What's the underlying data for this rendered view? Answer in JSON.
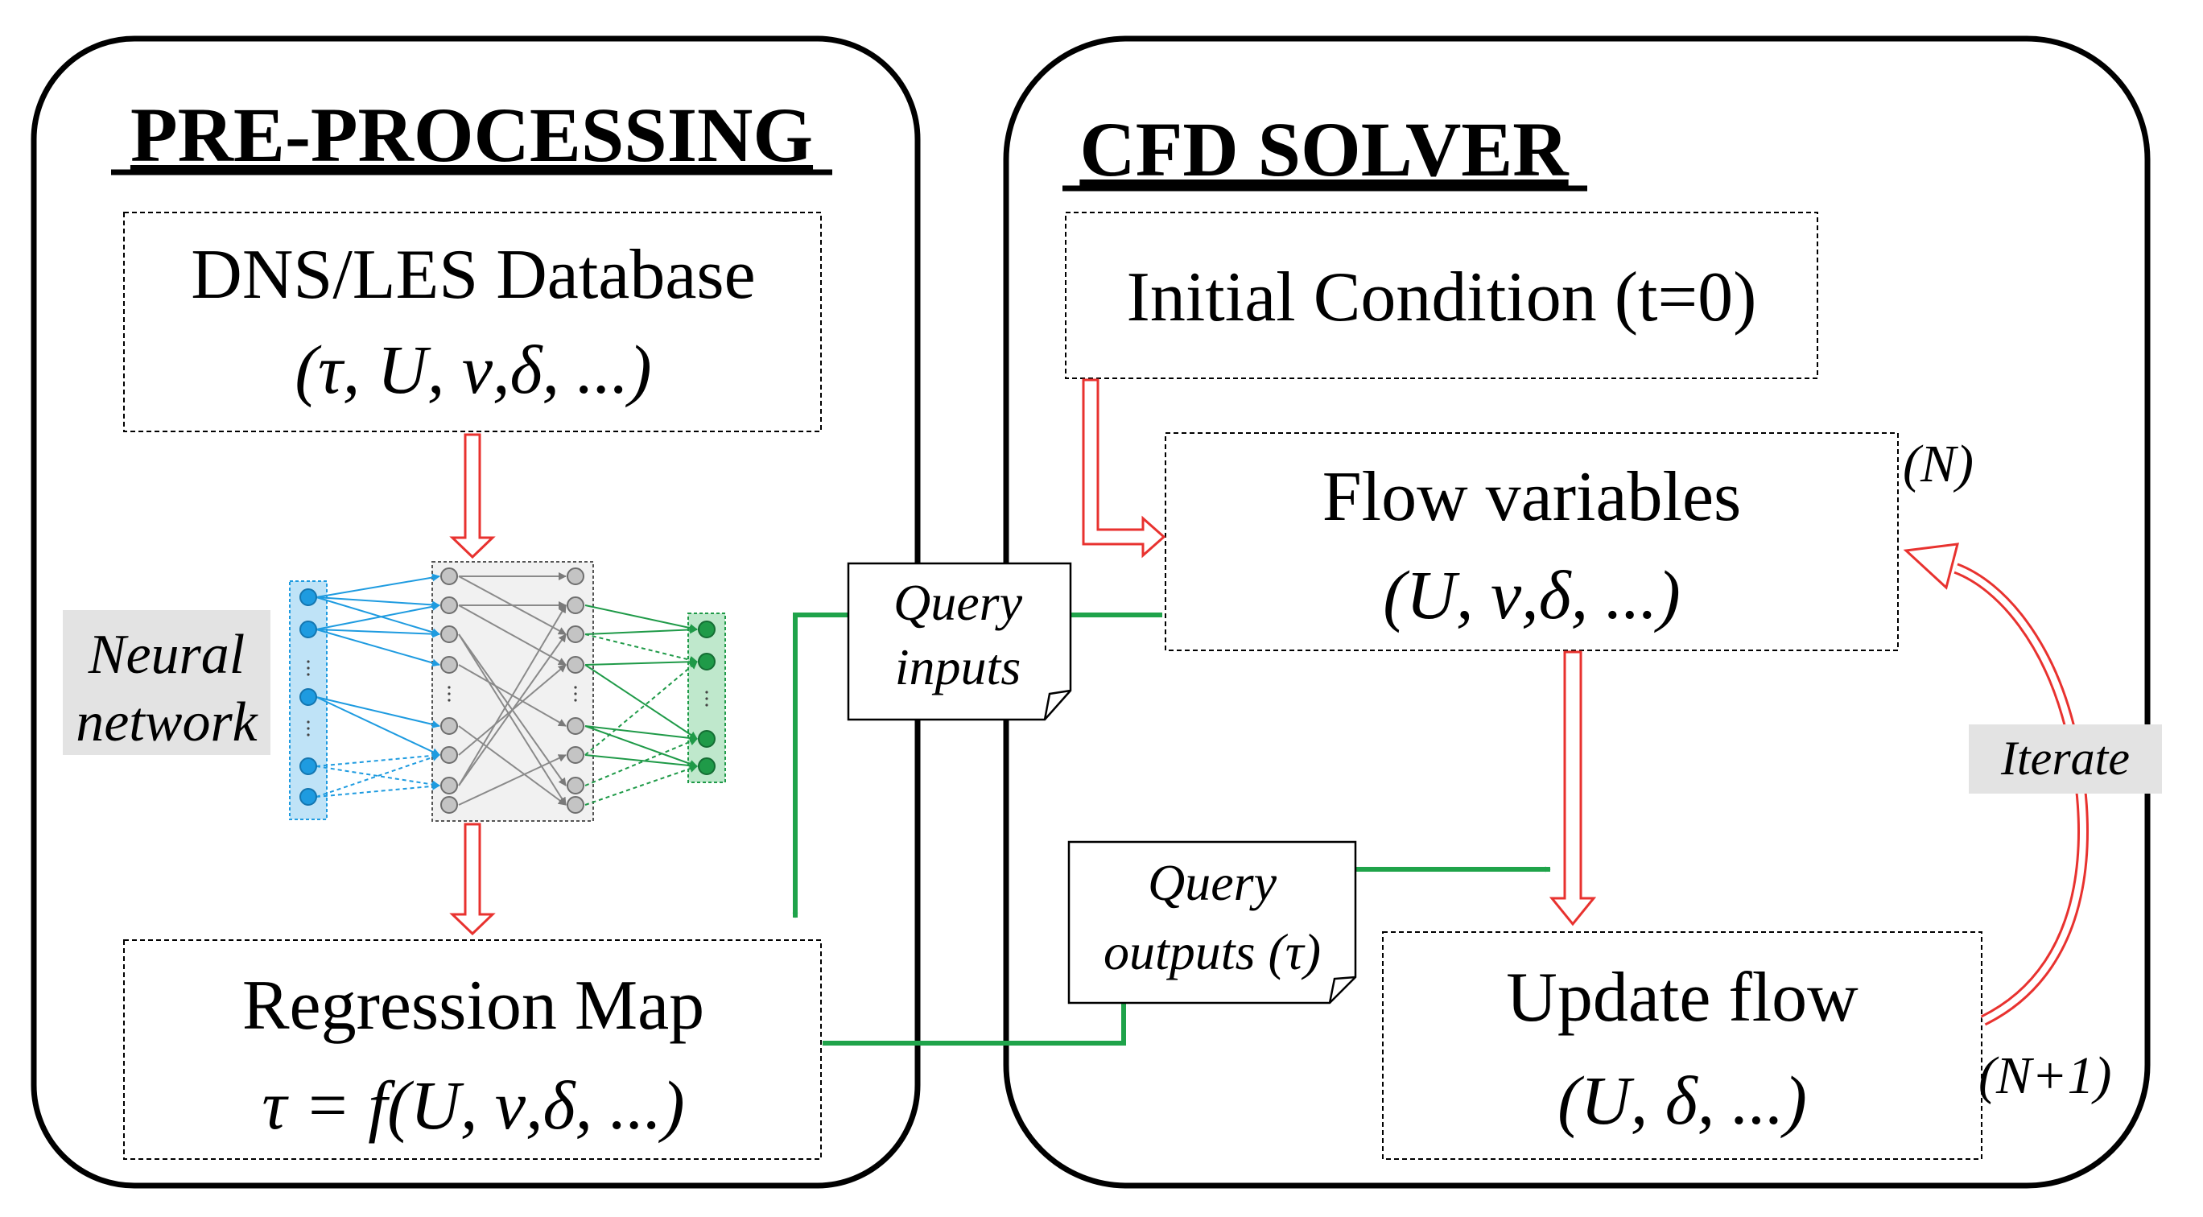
{
  "preprocessing": {
    "title": "PRE-PROCESSING",
    "database": {
      "title": "DNS/LES Database",
      "vars": "(τ, U,  ν,δ,  ...)"
    },
    "nn_label": {
      "line1": "Neural",
      "line2": "network"
    },
    "regression": {
      "title": "Regression Map",
      "formula": "τ = f(U,  ν,δ,  ...)"
    }
  },
  "solver": {
    "title": "CFD SOLVER",
    "initial": {
      "title": "Initial Condition (t=0)"
    },
    "flow": {
      "title": "Flow variables",
      "vars": "(U,  ν,δ,  ...)",
      "marker": "(N)"
    },
    "update": {
      "title": "Update flow",
      "vars": "(U,  δ,  ...)",
      "marker": "(N+1)"
    },
    "iterate": "Iterate"
  },
  "notes": {
    "query_inputs": {
      "line1": "Query",
      "line2": "inputs"
    },
    "query_outputs": {
      "line1": "Query",
      "line2": "outputs (τ)"
    }
  },
  "colors": {
    "panel_stroke": "#000000",
    "hollow_arrow": "#e8322f",
    "flow_arrow": "#1fa34a",
    "nn_input": "#1e9be0",
    "nn_hidden": "#b8b8b8",
    "nn_output": "#1f9a48",
    "label_bg": "#e3e3e3"
  }
}
